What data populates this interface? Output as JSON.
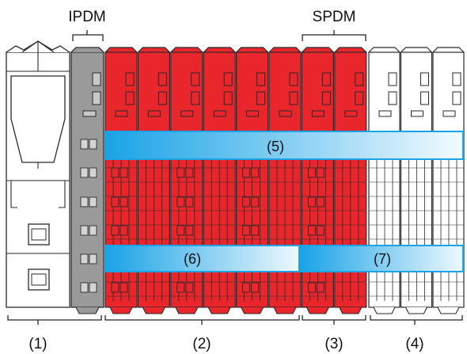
{
  "top_labels": {
    "ipdm": "IPDM",
    "spdm": "SPDM"
  },
  "band_labels": {
    "band5": "(5)",
    "band6": "(6)",
    "band7": "(7)"
  },
  "group_labels": {
    "group1": "(1)",
    "group2": "(2)",
    "group3": "(3)",
    "group4": "(4)"
  },
  "colors": {
    "module_red": "#e8262b",
    "module_gray": "#9a9a9a",
    "module_white": "#ffffff",
    "band_blue": "#1aa3e6",
    "outline": "#2a2a2a"
  }
}
